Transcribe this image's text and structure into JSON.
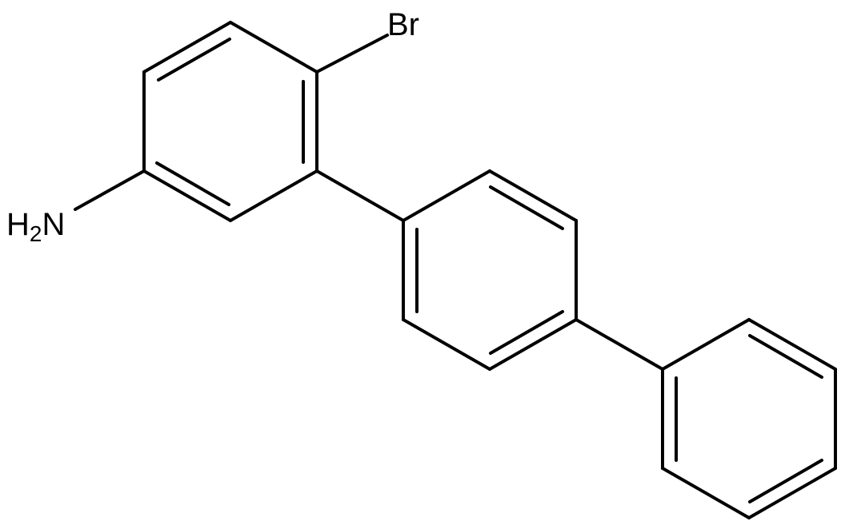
{
  "molecule": {
    "bromo_label": "Br",
    "amine_label_h": "H",
    "amine_label_sub": "2",
    "amine_label_n": "N"
  },
  "colors": {
    "bond": "#000000",
    "background": "#ffffff"
  }
}
